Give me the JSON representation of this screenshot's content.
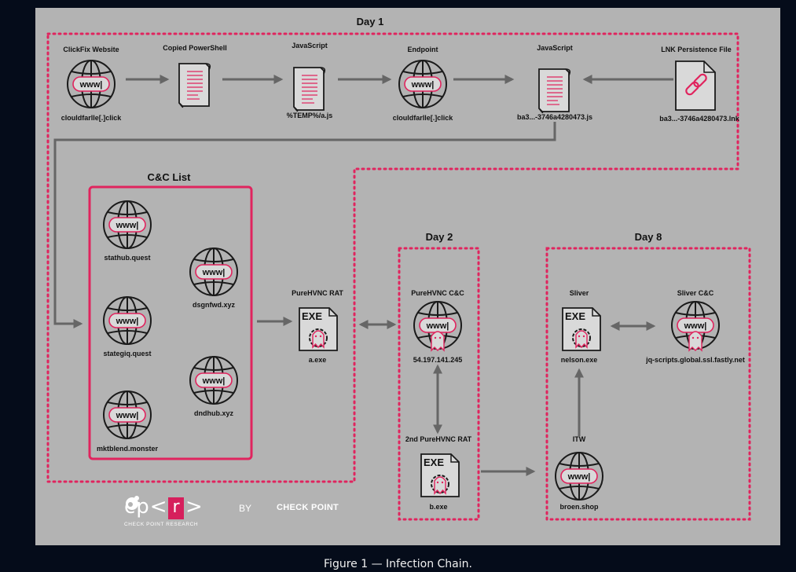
{
  "sections": {
    "day1": "Day 1",
    "cc_list": "C&C List",
    "day2": "Day 2",
    "day8": "Day 8"
  },
  "nodes": {
    "clickfix": {
      "title": "ClickFix Website",
      "label": "clouldfarlle[.]click",
      "icon": "globe-www-icon"
    },
    "powershell": {
      "title": "Copied PowerShell",
      "icon": "script-document-icon"
    },
    "js1": {
      "title": "JavaScript",
      "label": "%TEMP%/a.js",
      "icon": "script-document-icon"
    },
    "endpoint": {
      "title": "Endpoint",
      "label": "clouldfarlle[.]click",
      "icon": "globe-www-icon"
    },
    "js2": {
      "title": "JavaScript",
      "label": "ba3...-3746a4280473.js",
      "icon": "script-document-icon"
    },
    "lnk": {
      "title": "LNK Persistence File",
      "label": "ba3...-3746a4280473.lnk",
      "icon": "link-file-icon"
    },
    "cc1": {
      "label": "stathub.quest",
      "icon": "globe-www-icon"
    },
    "cc2": {
      "label": "dsgnfwd.xyz",
      "icon": "globe-www-icon"
    },
    "cc3": {
      "label": "stategiq.quest",
      "icon": "globe-www-icon"
    },
    "cc4": {
      "label": "dndhub.xyz",
      "icon": "globe-www-icon"
    },
    "cc5": {
      "label": "mktblend.monster",
      "icon": "globe-www-icon"
    },
    "purehvnc_rat": {
      "title": "PureHVNC RAT",
      "label": "a.exe",
      "icon": "exe-file-icon"
    },
    "purehvnc_cc": {
      "title": "PureHVNC C&C",
      "label": "54.197.141.245",
      "icon": "globe-ghost-icon"
    },
    "purehvnc_rat2": {
      "title": "2nd PureHVNC RAT",
      "label": "b.exe",
      "icon": "exe-file-icon"
    },
    "sliver": {
      "title": "Sliver",
      "label": "nelson.exe",
      "icon": "exe-file-icon"
    },
    "sliver_cc": {
      "title": "Sliver C&C",
      "label": "jq-scripts.global.ssl.fastly.net",
      "icon": "globe-ghost-icon"
    },
    "itw": {
      "title": "ITW",
      "label": "broen.shop",
      "icon": "globe-www-icon"
    }
  },
  "icon_text": {
    "www": "www|",
    "exe": "EXE"
  },
  "logo": {
    "cp": "cp<",
    "r": "r",
    "close": ">",
    "research": "CHECK POINT RESEARCH",
    "by": "BY",
    "brand": "CHECK POINT"
  },
  "caption": "Figure 1 — Infection Chain.",
  "colors": {
    "accent": "#e0245e",
    "background": "#b3b3b3",
    "page": "#050c1a",
    "arrow": "#666666"
  }
}
